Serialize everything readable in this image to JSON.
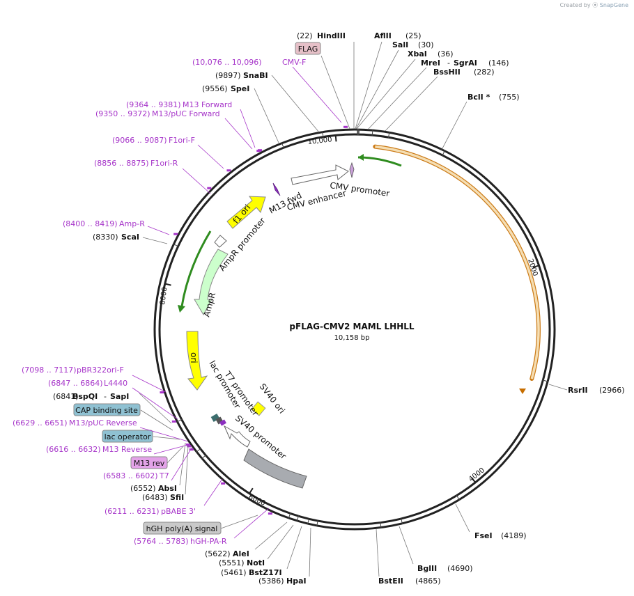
{
  "watermark": {
    "prefix": "Created by",
    "brand": "SnapGene"
  },
  "plasmid": {
    "name": "pFLAG-CMV2 MAML LHHLL",
    "length": 10158,
    "length_label": "10,158 bp"
  },
  "tick_labels": [
    "2000",
    "4000",
    "6000",
    "8000",
    "10,000"
  ],
  "sites": [
    {
      "name": "HindIII",
      "pos": 22,
      "label_pos": "(22)",
      "bold": true
    },
    {
      "name": "AflII",
      "pos": 25,
      "label_pos": "(25)",
      "bold": true
    },
    {
      "name": "SalI",
      "pos": 30,
      "label_pos": "(30)",
      "bold": true
    },
    {
      "name": "XbaI",
      "pos": 36,
      "label_pos": "(36)",
      "bold": true
    },
    {
      "name": "MreI",
      "name2": "SgrAI",
      "pos": 146,
      "label_pos": "(146)",
      "bold": true
    },
    {
      "name": "BssHII",
      "pos": 282,
      "label_pos": "(282)",
      "bold": true
    },
    {
      "name": "BclI *",
      "pos": 755,
      "label_pos": "(755)",
      "bold": true
    },
    {
      "name": "RsrII",
      "pos": 2966,
      "label_pos": "(2966)",
      "bold": true
    },
    {
      "name": "FseI",
      "pos": 4189,
      "label_pos": "(4189)",
      "bold": true
    },
    {
      "name": "BglII",
      "pos": 4690,
      "label_pos": "(4690)",
      "bold": true
    },
    {
      "name": "BstEII",
      "pos": 4865,
      "label_pos": "(4865)",
      "bold": true
    },
    {
      "name": "HpaI",
      "pos": 5386,
      "label_pos": "(5386)",
      "bold": true
    },
    {
      "name": "BstZ17I",
      "pos": 5461,
      "label_pos": "(5461)",
      "bold": true
    },
    {
      "name": "NotI",
      "pos": 5551,
      "label_pos": "(5551)",
      "bold": true
    },
    {
      "name": "AleI",
      "pos": 5622,
      "label_pos": "(5622)",
      "bold": true
    },
    {
      "name": "SfiI",
      "pos": 6483,
      "label_pos": "(6483)",
      "bold": true
    },
    {
      "name": "AbsI",
      "pos": 6552,
      "label_pos": "(6552)",
      "bold": true
    },
    {
      "name": "BspQI",
      "name2": "SapI",
      "pos": 6841,
      "label_pos": "(6841)",
      "bold": true
    },
    {
      "name": "ScaI",
      "pos": 8330,
      "label_pos": "(8330)",
      "bold": true
    },
    {
      "name": "SpeI",
      "pos": 9556,
      "label_pos": "(9556)",
      "bold": true
    },
    {
      "name": "SnaBI",
      "pos": 9897,
      "label_pos": "(9897)",
      "bold": true
    }
  ],
  "primers": [
    {
      "name": "CMV-F",
      "range": "(10,076 .. 10,096)",
      "pos": 10086
    },
    {
      "name": "M13 Forward",
      "range": "(9364 .. 9381)",
      "pos": 9372
    },
    {
      "name": "M13/pUC Forward",
      "range": "(9350 .. 9372)",
      "pos": 9361
    },
    {
      "name": "F1ori-F",
      "range": "(9066 .. 9087)",
      "pos": 9076
    },
    {
      "name": "F1ori-R",
      "range": "(8856 .. 8875)",
      "pos": 8865
    },
    {
      "name": "Amp-R",
      "range": "(8400 .. 8419)",
      "pos": 8410
    },
    {
      "name": "pBR322ori-F",
      "range": "(7098 .. 7117)",
      "pos": 7107
    },
    {
      "name": "L4440",
      "range": "(6847 .. 6864)",
      "pos": 6855
    },
    {
      "name": "M13/pUC Reverse",
      "range": "(6629 .. 6651)",
      "pos": 6640
    },
    {
      "name": "M13 Reverse",
      "range": "(6616 .. 6632)",
      "pos": 6624
    },
    {
      "name": "T7",
      "range": "(6583 .. 6602)",
      "pos": 6592
    },
    {
      "name": "pBABE 3'",
      "range": "(6211 .. 6231)",
      "pos": 6221
    },
    {
      "name": "hGH-PA-R",
      "range": "(5764 .. 5783)",
      "pos": 5773
    }
  ],
  "boxed_features": [
    {
      "name": "FLAG",
      "color": "#e6c0c8"
    },
    {
      "name": "CAP binding site",
      "color": "#8fc1d2"
    },
    {
      "name": "lac operator",
      "color": "#8fc1d2"
    },
    {
      "name": "M13 rev",
      "color": "#e3a3e8"
    },
    {
      "name": "hGH poly(A) signal",
      "color": "#c9c9c9"
    }
  ],
  "features": [
    {
      "name": "CMV promoter"
    },
    {
      "name": "CMV enhancer"
    },
    {
      "name": "M13 fwd"
    },
    {
      "name": "f1 ori"
    },
    {
      "name": "AmpR promoter"
    },
    {
      "name": "AmpR"
    },
    {
      "name": "ori"
    },
    {
      "name": "lac promoter"
    },
    {
      "name": "T7 promoter"
    },
    {
      "name": "SV40 ori"
    },
    {
      "name": "SV40 promoter"
    }
  ],
  "colors": {
    "primer": "#a634c9",
    "backbone": "#222222",
    "orf_fill": "#f5deb3",
    "orf_stroke": "#c76e00",
    "ampr": "#ccffcc",
    "ori": "#ffff00",
    "promoter": "#ffffff",
    "sv40_poly": "#a8abb0",
    "green_arrow": "#2f8c1f"
  }
}
